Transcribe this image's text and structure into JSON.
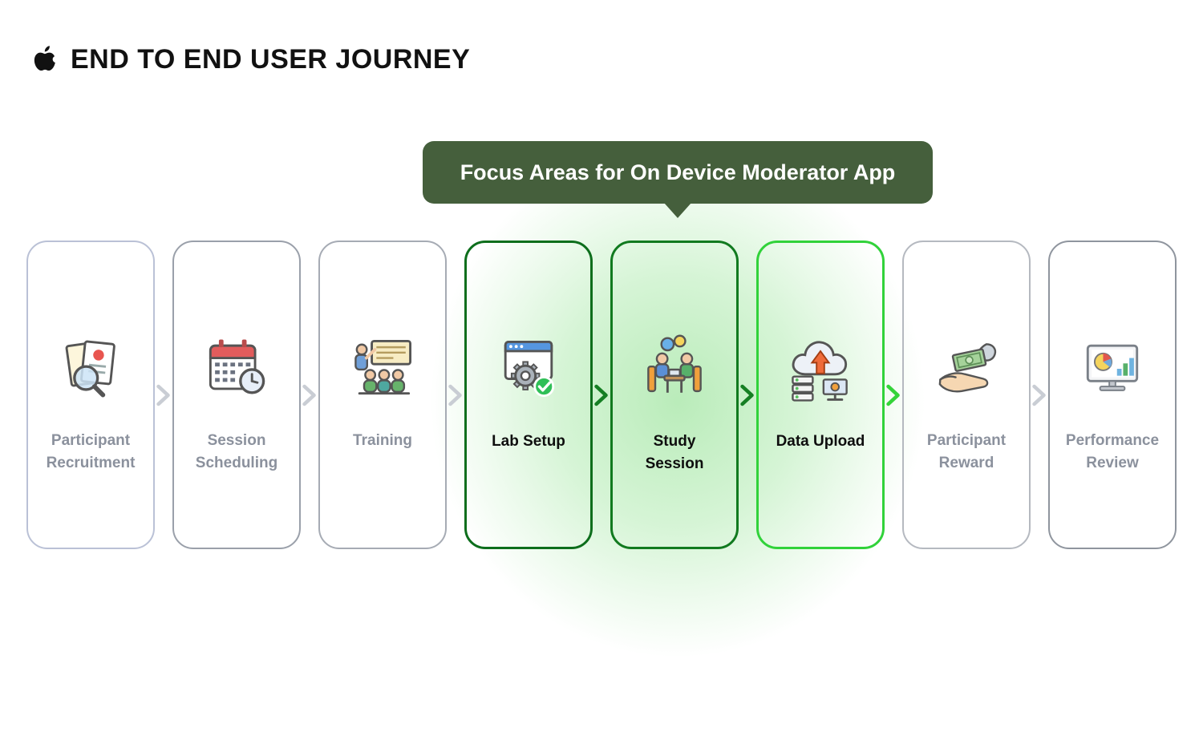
{
  "header": {
    "title": "END TO END USER JOURNEY",
    "logo_icon": "apple-logo-icon"
  },
  "callout": {
    "text": "Focus Areas for On Device Moderator App",
    "bg_color": "#455f3c",
    "text_color": "#ffffff"
  },
  "effects": {
    "glow_color": "#6ed76e"
  },
  "cards": [
    {
      "label": "Participant\nRecruitment",
      "icon": "participant-recruitment-icon",
      "focus": false,
      "border_color": "#bac1d6",
      "label_color": "#8b919d"
    },
    {
      "label": "Session\nScheduling",
      "icon": "session-scheduling-icon",
      "focus": false,
      "border_color": "#9aa0aa",
      "label_color": "#8b919d"
    },
    {
      "label": "Training",
      "icon": "training-icon",
      "focus": false,
      "border_color": "#a6abb4",
      "label_color": "#8b919d"
    },
    {
      "label": "Lab Setup",
      "icon": "lab-setup-icon",
      "focus": true,
      "border_color": "#0d6e1c",
      "label_color": "#0e0e0e"
    },
    {
      "label": "Study\nSession",
      "icon": "study-session-icon",
      "focus": true,
      "border_color": "#117a1f",
      "label_color": "#0e0e0e"
    },
    {
      "label": "Data Upload",
      "icon": "data-upload-icon",
      "focus": true,
      "border_color": "#31d23a",
      "label_color": "#0e0e0e"
    },
    {
      "label": "Participant\nReward",
      "icon": "participant-reward-icon",
      "focus": false,
      "border_color": "#b5b9c0",
      "label_color": "#8b919d"
    },
    {
      "label": "Performance\nReview",
      "icon": "performance-review-icon",
      "focus": false,
      "border_color": "#8f959e",
      "label_color": "#8b919d"
    }
  ],
  "arrows": [
    {
      "color": "#c9cdd4"
    },
    {
      "color": "#c9cdd4"
    },
    {
      "color": "#c9cdd4"
    },
    {
      "color": "#157f23"
    },
    {
      "color": "#157f23"
    },
    {
      "color": "#34d339"
    },
    {
      "color": "#c9cdd4"
    }
  ]
}
